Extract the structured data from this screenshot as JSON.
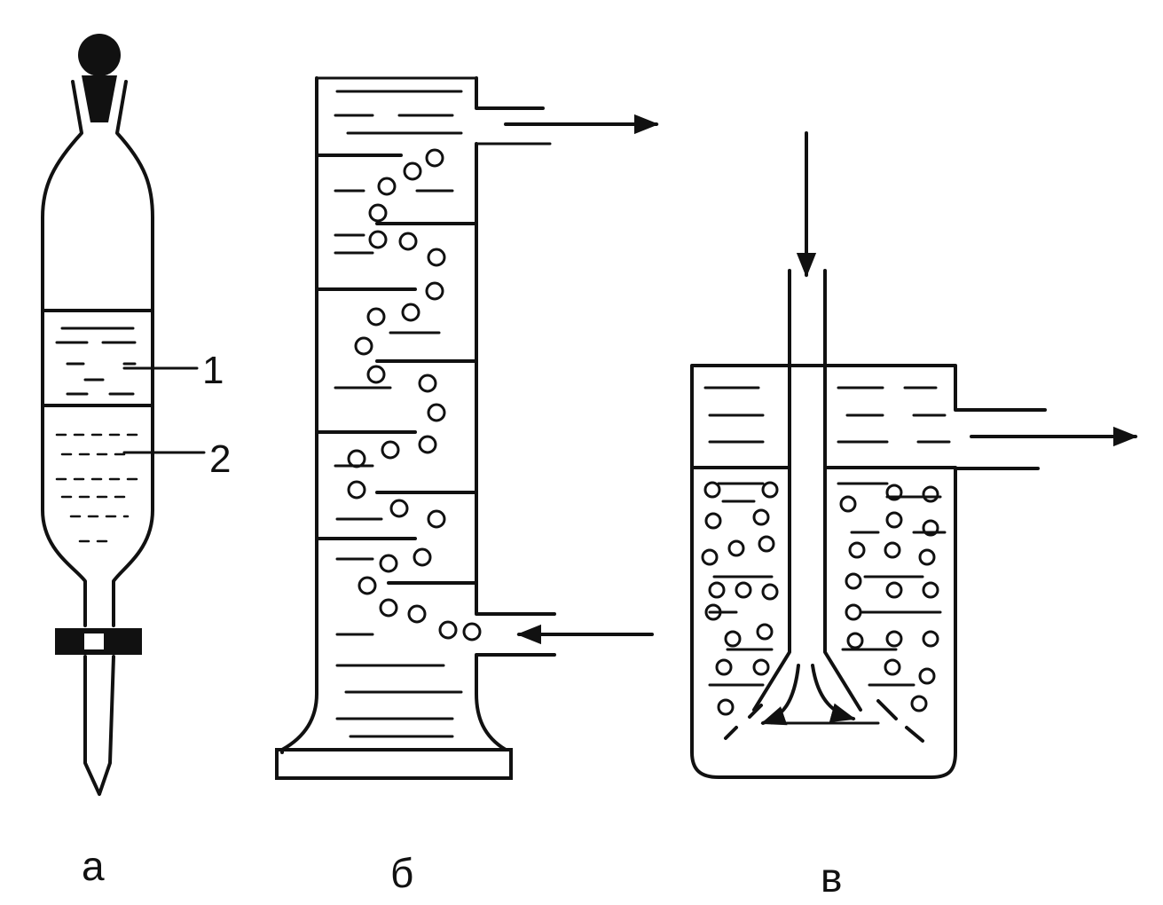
{
  "panels": [
    {
      "id": "a",
      "caption": "а",
      "callouts": [
        "1",
        "2"
      ]
    },
    {
      "id": "b",
      "caption": "б"
    },
    {
      "id": "c",
      "caption": "в"
    }
  ],
  "colors": {
    "ink": "#111111",
    "background": "#ffffff"
  }
}
